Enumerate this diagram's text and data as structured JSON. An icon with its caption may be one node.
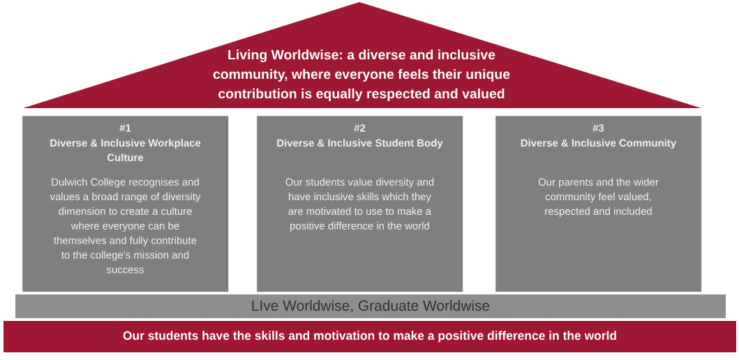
{
  "diagram": {
    "nodes": [
      {
        "text": [
          "Living Worldwise: a diverse and inclusive community, where everyone feels their unique contribution is equally respected and valued"
        ]
      },
      {
        "text": [
          "#1",
          "Diverse & Inclusive Workplace Culture",
          "Dulwich College recognises and values a broad range of diversity dimension to create a culture where everyone can be themselves and fully contribute to the college’s mission and success"
        ]
      },
      {
        "text": [
          "#2",
          "Diverse & Inclusive Student Body",
          "Our students value diversity and have inclusive skills which they are motivated to use to make a positive difference in the world"
        ]
      },
      {
        "text": [
          "#3",
          "Diverse & Inclusive Community",
          "Our parents and the wider community feel valued, respected and included"
        ]
      },
      {
        "text": [
          "LIve Worldwise, Graduate Worldwise"
        ]
      },
      {
        "text": [
          "Our students have the skills and motivation to make a positive difference in the world"
        ]
      }
    ]
  }
}
